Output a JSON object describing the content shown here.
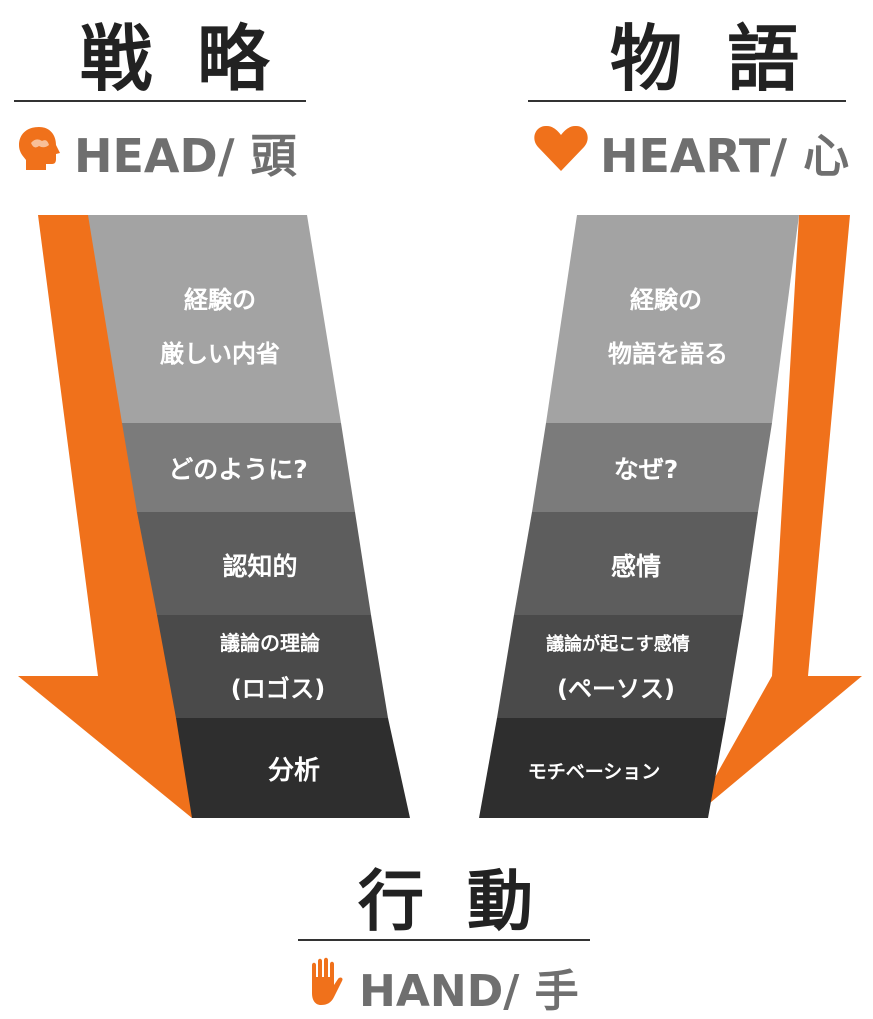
{
  "colors": {
    "orange": "#f0711b",
    "band1": "#a3a3a3",
    "band2": "#7b7b7b",
    "band3": "#5d5d5d",
    "band4": "#4a4a4a",
    "band5": "#2e2e2e"
  },
  "left": {
    "title": "戦 略",
    "label": "HEAD/ 頭",
    "icon": "head-icon",
    "bands": [
      {
        "line1": "経験の",
        "line2": "厳しい内省"
      },
      {
        "line1": "どのように?"
      },
      {
        "line1": "認知的"
      },
      {
        "line1": "議論の理論",
        "line2": "(ロゴス)"
      },
      {
        "line1": "分析"
      }
    ]
  },
  "right": {
    "title": "物 語",
    "label": "HEART/ 心",
    "icon": "heart-icon",
    "bands": [
      {
        "line1": "経験の",
        "line2": "物語を語る"
      },
      {
        "line1": "なぜ?"
      },
      {
        "line1": "感情"
      },
      {
        "line1": "議論が起こす感情",
        "line2": "(ペーソス)"
      },
      {
        "line1": "モチベーション"
      }
    ]
  },
  "bottom": {
    "title": "行 動",
    "label": "HAND/ 手",
    "icon": "hand-icon"
  }
}
